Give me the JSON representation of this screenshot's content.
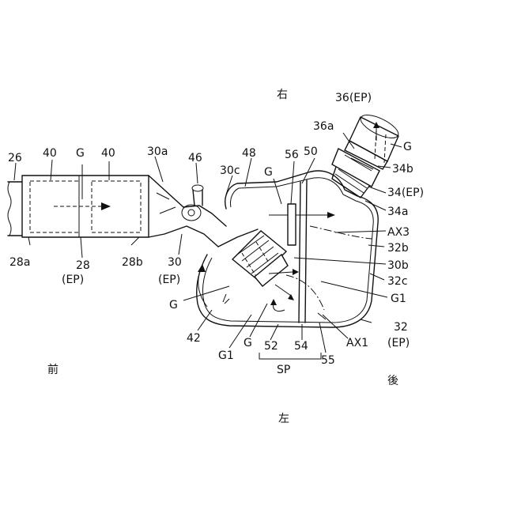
{
  "directions": {
    "right": "右",
    "left": "左",
    "front": "前",
    "rear": "後"
  },
  "labels": {
    "l26": "26",
    "l40a": "40",
    "lGtop": "G",
    "l40b": "40",
    "l30a": "30a",
    "l46": "46",
    "l30c": "30c",
    "l48": "48",
    "lG_upper": "G",
    "l56": "56",
    "l50": "50",
    "l36ep": "36(EP)",
    "l36a": "36a",
    "lG_right": "G",
    "l34b": "34b",
    "l34ep": "34(EP)",
    "l34a": "34a",
    "lAX3": "AX3",
    "l32b": "32b",
    "l30b": "30b",
    "l32c": "32c",
    "lG1_right": "G1",
    "l32": "32",
    "l32ep": "(EP)",
    "lAX1": "AX1",
    "l55": "55",
    "l54": "54",
    "l52": "52",
    "lSP": "SP",
    "lG_bottom": "G",
    "lG1_bottom": "G1",
    "l42": "42",
    "lG_left": "G",
    "l30": "30",
    "l30ep": "(EP)",
    "l28": "28",
    "l28ep": "(EP)",
    "l28a": "28a",
    "l28b": "28b"
  }
}
